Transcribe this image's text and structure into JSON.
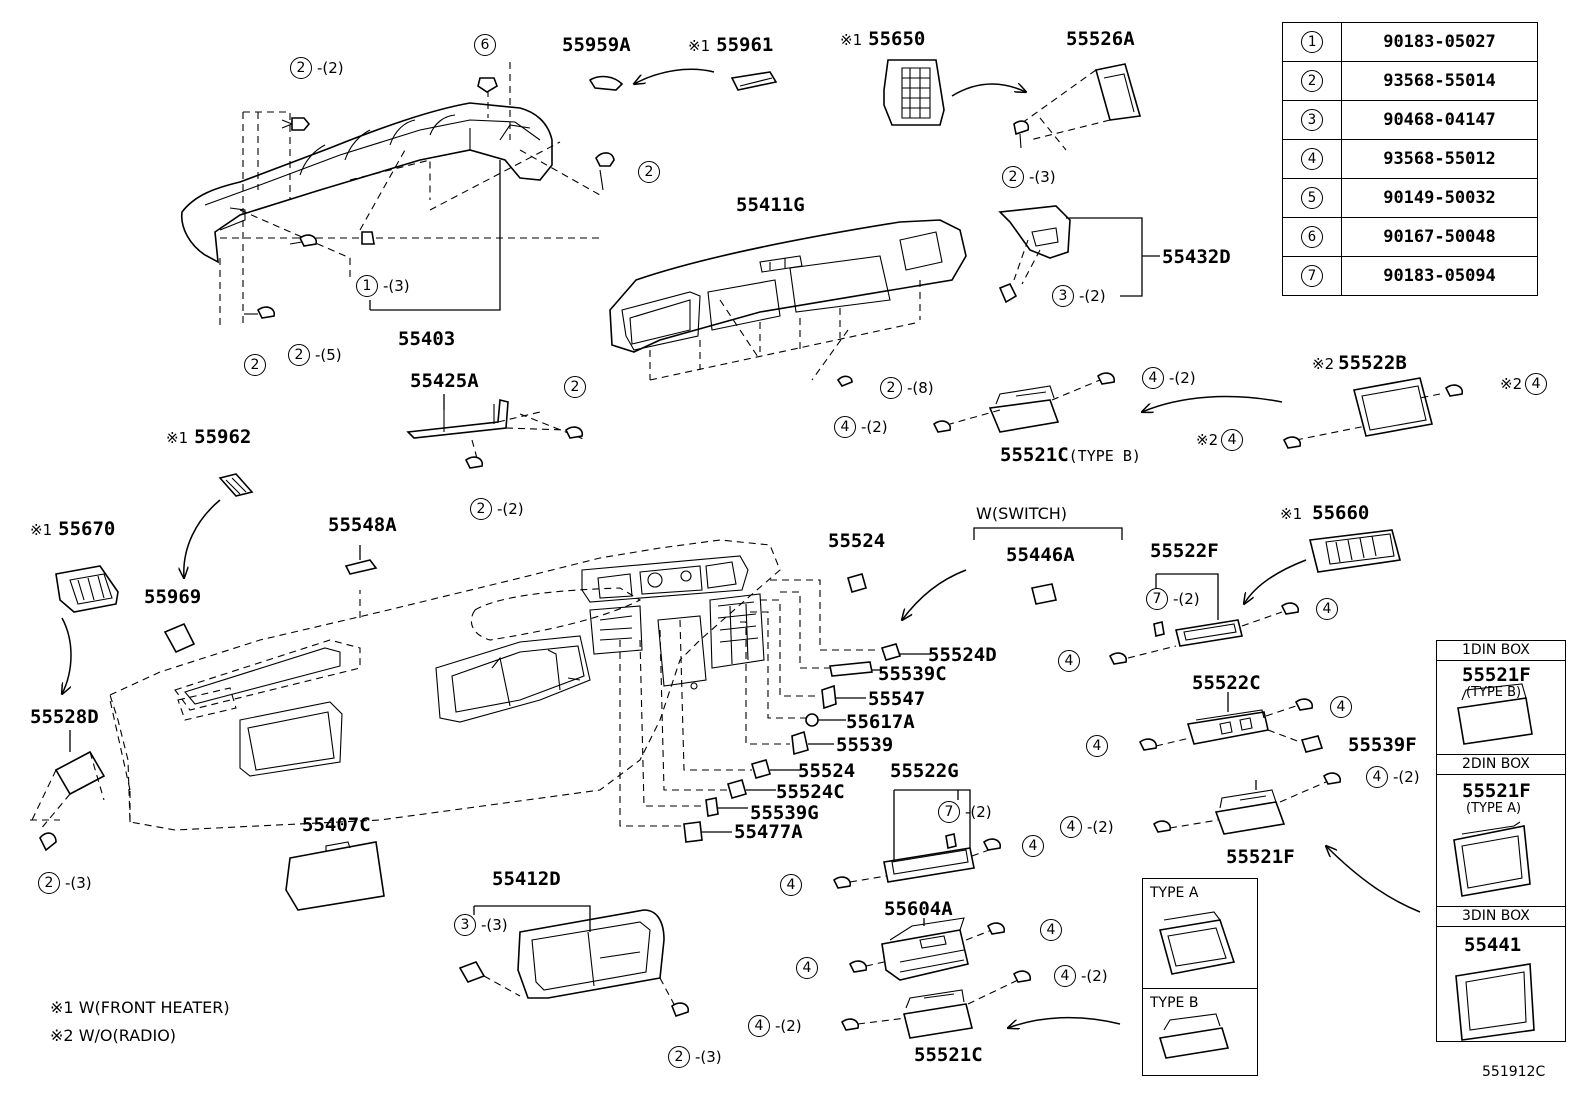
{
  "diagram_code": "551912C",
  "legend_notes": [
    {
      "mark": "※1",
      "text": "W(FRONT HEATER)"
    },
    {
      "mark": "※2",
      "text": "W/O(RADIO)"
    }
  ],
  "fastener_table": [
    {
      "ref": "1",
      "part_no": "90183-05027"
    },
    {
      "ref": "2",
      "part_no": "93568-55014"
    },
    {
      "ref": "3",
      "part_no": "90468-04147"
    },
    {
      "ref": "4",
      "part_no": "93568-55012"
    },
    {
      "ref": "5",
      "part_no": "90149-50032"
    },
    {
      "ref": "6",
      "part_no": "90167-50048"
    },
    {
      "ref": "7",
      "part_no": "90183-05094"
    }
  ],
  "part_labels": {
    "p55959A": "55959A",
    "p55961": "55961",
    "p55650": "55650",
    "p55526A": "55526A",
    "p55411G": "55411G",
    "p55432D": "55432D",
    "p55403": "55403",
    "p55425A": "55425A",
    "p55962": "55962",
    "p55670": "55670",
    "p55548A": "55548A",
    "p55969": "55969",
    "p55528D": "55528D",
    "p55407C": "55407C",
    "p55412D": "55412D",
    "p55522B": "55522B",
    "p55521C_b": "55521C",
    "p55521C_b_type": "(TYPE B)",
    "p55524": "55524",
    "p55524D": "55524D",
    "p55539C": "55539C",
    "p55547": "55547",
    "p55617A": "55617A",
    "p55539": "55539",
    "p55524b": "55524",
    "p55524C": "55524C",
    "p55539G": "55539G",
    "p55477A": "55477A",
    "w_switch": "W(SWITCH)",
    "p55446A": "55446A",
    "p55522F": "55522F",
    "p55660": "55660",
    "p55522C": "55522C",
    "p55539F": "55539F",
    "p55522G": "55522G",
    "p55521F": "55521F",
    "p55604A": "55604A",
    "p55521C": "55521C"
  },
  "marks": {
    "m1": "※1",
    "m2": "※2"
  },
  "callouts": [
    {
      "n": "2",
      "q": "-(2)"
    },
    {
      "n": "6",
      "q": ""
    },
    {
      "n": "2",
      "q": ""
    },
    {
      "n": "1",
      "q": "-(3)"
    },
    {
      "n": "2",
      "q": "-(5)"
    },
    {
      "n": "2",
      "q": ""
    },
    {
      "n": "2",
      "q": "-(3)"
    },
    {
      "n": "3",
      "q": "-(2)"
    },
    {
      "n": "2",
      "q": "-(8)"
    },
    {
      "n": "2",
      "q": ""
    },
    {
      "n": "2",
      "q": "-(2)"
    },
    {
      "n": "4",
      "q": "-(2)"
    },
    {
      "n": "4",
      "q": "-(2)"
    },
    {
      "n": "4",
      "q": ""
    },
    {
      "n": "4",
      "q": ""
    },
    {
      "n": "2",
      "q": "-(3)"
    },
    {
      "n": "7",
      "q": "-(2)"
    },
    {
      "n": "4",
      "q": ""
    },
    {
      "n": "4",
      "q": ""
    },
    {
      "n": "4",
      "q": ""
    },
    {
      "n": "4",
      "q": ""
    },
    {
      "n": "4",
      "q": "-(2)"
    },
    {
      "n": "4",
      "q": "-(2)"
    },
    {
      "n": "7",
      "q": "-(2)"
    },
    {
      "n": "4",
      "q": ""
    },
    {
      "n": "4",
      "q": ""
    },
    {
      "n": "4",
      "q": ""
    },
    {
      "n": "4",
      "q": ""
    },
    {
      "n": "4",
      "q": "-(2)"
    },
    {
      "n": "4",
      "q": "-(2)"
    },
    {
      "n": "3",
      "q": "-(3)"
    },
    {
      "n": "2",
      "q": "-(3)"
    }
  ],
  "option_boxes": {
    "din1": {
      "title": "1DIN BOX",
      "part": "55521F",
      "type": "(TYPE B)"
    },
    "din2": {
      "title": "2DIN BOX",
      "part": "55521F",
      "type": "(TYPE A)"
    },
    "din3": {
      "title": "3DIN BOX",
      "part": "55441"
    },
    "typeA": {
      "title": "TYPE A"
    },
    "typeB": {
      "title": "TYPE B"
    }
  }
}
